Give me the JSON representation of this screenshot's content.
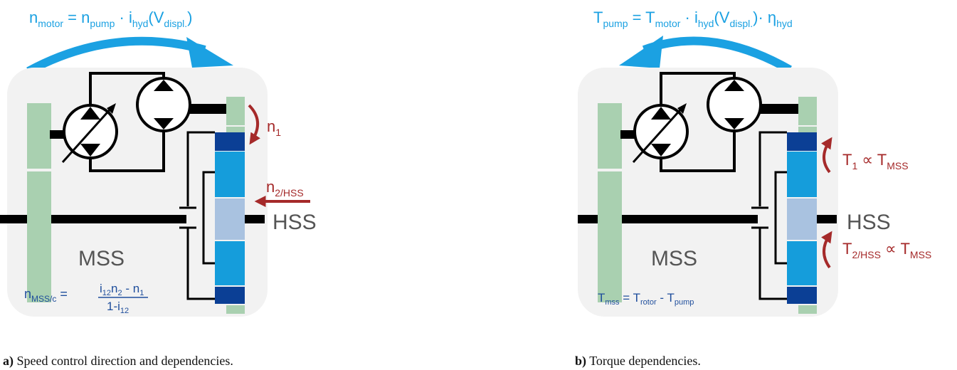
{
  "panel_a": {
    "caption_bold": "a)",
    "caption": " Speed control direction and dependencies.",
    "formula": {
      "p1": "n",
      "s1": "motor",
      "p2": " = n",
      "s2": "pump",
      "p3": " · i",
      "s3": "hyd",
      "p4": "(V",
      "s4": "displ.",
      "p5": ")"
    },
    "n1": {
      "base": "n",
      "sub": "1"
    },
    "n2": {
      "base": "n",
      "sub": "2/HSS"
    },
    "hss": "HSS",
    "mss": "MSS",
    "nmss": {
      "lhs_base": "n",
      "lhs_sub": "MSS/c",
      "eq": " =",
      "num_i": "i",
      "num_i_sub": "12",
      "num_n2": "n",
      "num_n2_sub": "2",
      "num_rest": " - n",
      "num_n1_sub": "1",
      "den": "1-i",
      "den_sub": "12"
    }
  },
  "panel_b": {
    "caption_bold": "b)",
    "caption": " Torque dependencies.",
    "formula": {
      "p1": "T",
      "s1": "pump",
      "p2": " = T",
      "s2": "motor",
      "p3": " · i",
      "s3": "hyd",
      "p4": "(V",
      "s4": "displ.",
      "p5": ")· η",
      "s5": "hyd"
    },
    "t1": {
      "base": "T",
      "sub": "1",
      "prop": "  ∝ T",
      "prop_sub": "MSS"
    },
    "t2": {
      "base": "T",
      "sub": "2/HSS",
      "prop": "  ∝ T",
      "prop_sub": "MSS"
    },
    "hss": "HSS",
    "mss": "MSS",
    "tmss": {
      "b1": "T",
      "s1": "mss",
      "b2": " = T",
      "s2": "rotor",
      "b3": " - T",
      "s3": "pump"
    }
  },
  "colors": {
    "box": "#f2f2f2",
    "shaft": "#000000",
    "gear_green": "#a9d0b0",
    "blue_dark": "#0b3f95",
    "blue_mid": "#159ddb",
    "blue_light": "#a9c2e0",
    "accent_blue": "#1ba1e2",
    "accent_red": "#a52a2a",
    "formula_blue": "#1f4e9c"
  }
}
